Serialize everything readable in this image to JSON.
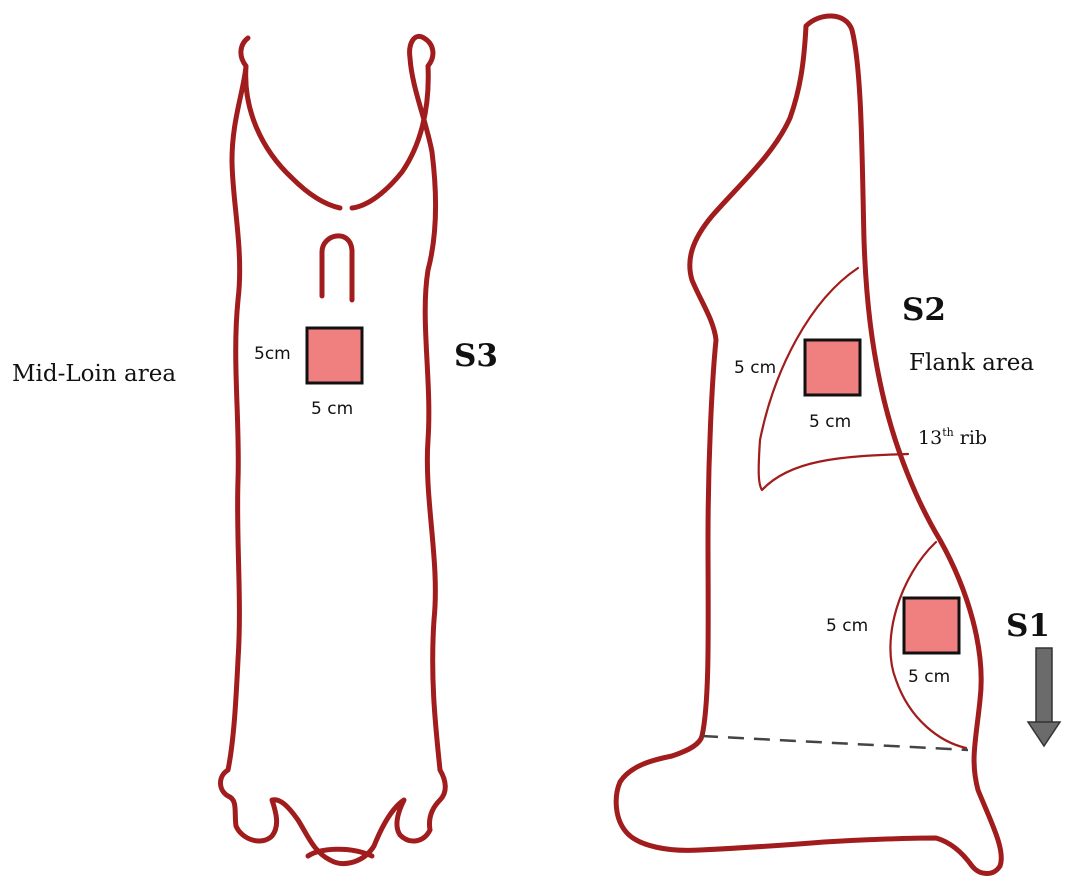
{
  "left_carcass": {
    "area_label": "Mid-Loin area",
    "site_label": "S3",
    "square_side_label": "5cm",
    "square_bottom_label": "5 cm"
  },
  "right_carcass": {
    "flank": {
      "site_label": "S2",
      "area_label": "Flank area",
      "square_side_label": "5 cm",
      "square_bottom_label": "5 cm"
    },
    "rib_label": "13",
    "rib_suffix": "th",
    "rib_word": " rib",
    "lower": {
      "site_label": "S1",
      "square_side_label": "5 cm",
      "square_bottom_label": "5 cm"
    }
  },
  "colors": {
    "outline": "#a11c1c",
    "sample_fill": "#f08080",
    "arrow": "#6b6b6b"
  }
}
